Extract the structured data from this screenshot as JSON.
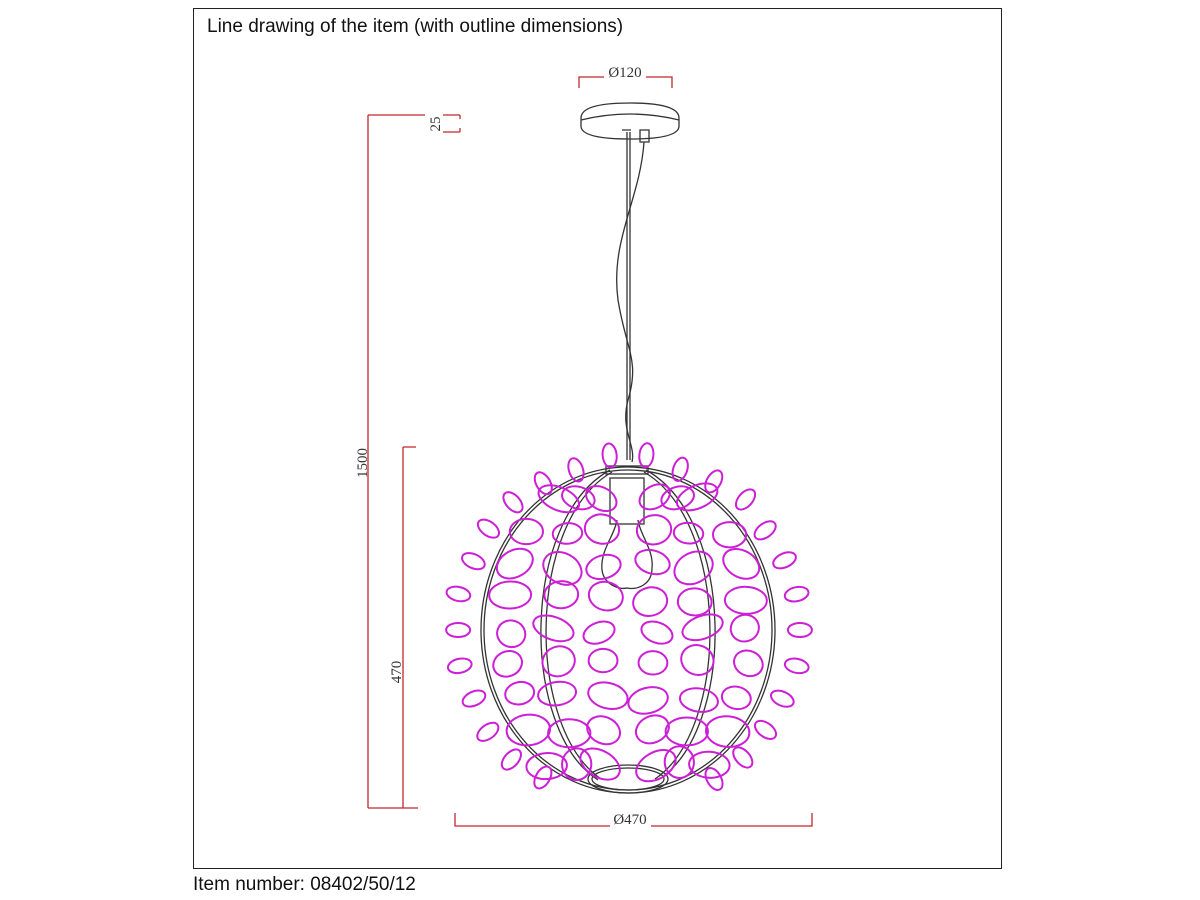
{
  "title": "Line drawing of the item (with outline dimensions)",
  "item_number": "Item number: 08402/50/12",
  "dimensions": {
    "canopy_diameter": "Ø120",
    "canopy_height": "25",
    "total_height": "1500",
    "shade_height": "470",
    "shade_diameter": "Ø470"
  },
  "colors": {
    "dimension": "#c0282d",
    "decoration": "#cc1fd6",
    "outline": "#333333"
  }
}
